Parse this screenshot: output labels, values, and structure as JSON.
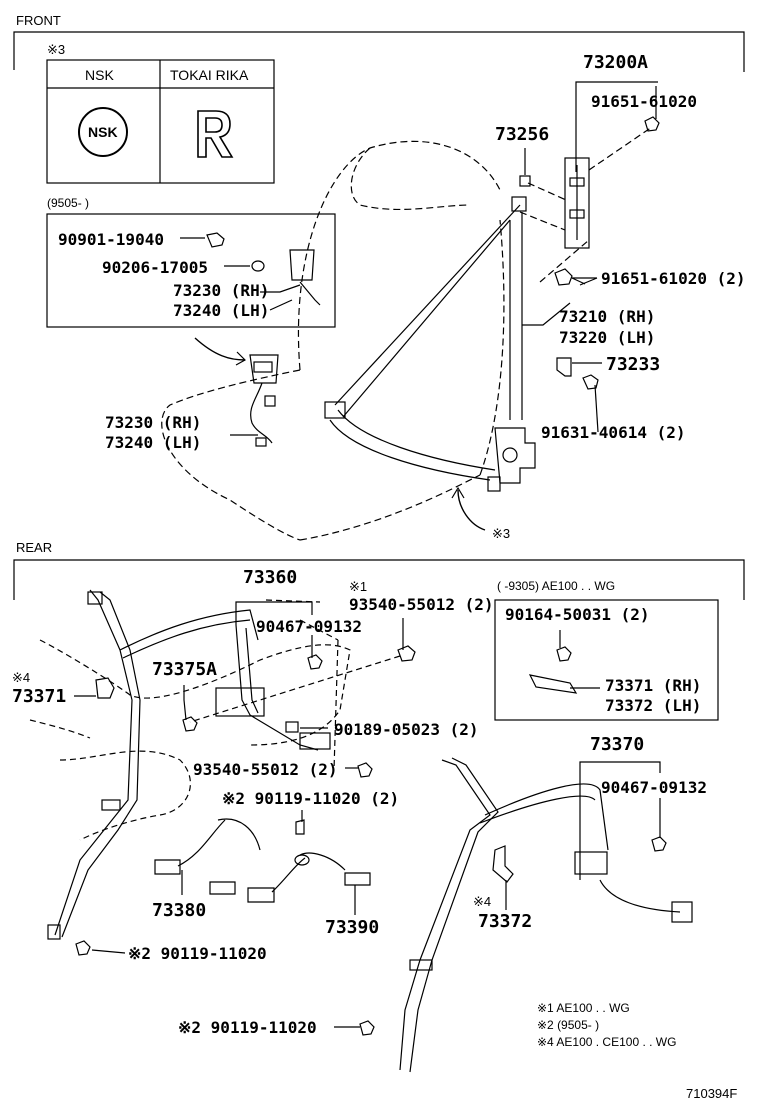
{
  "sections": {
    "front": "FRONT",
    "rear": "REAR"
  },
  "marker": "※3",
  "table": {
    "col1": "NSK",
    "col2": "TOKAI RIKA",
    "nsk_logo": "NSK",
    "tokai_logo": "R"
  },
  "inset_front": {
    "range": "(9505-      )"
  },
  "inset_rear": {
    "range": "(      -9305) AE100 . . WG"
  },
  "front_parts": {
    "p73200A": "73200A",
    "p91651a": "91651-61020",
    "p73256": "73256",
    "p91651b": "91651-61020 (2)",
    "p73210": "73210 (RH)",
    "p73220": "73220 (LH)",
    "p73233": "73233",
    "p91631": "91631-40614 (2)",
    "p90901": "90901-19040",
    "p90206": "90206-17005",
    "p73230a": "73230 (RH)",
    "p73240a": "73240 (LH)",
    "p73230b": "73230 (RH)",
    "p73240b": "73240 (LH)",
    "ref3": "※3"
  },
  "rear_parts": {
    "p73360": "73360",
    "m1": "※1",
    "p93540a": "93540-55012 (2)",
    "p90467a": "90467-09132",
    "p73375A": "73375A",
    "m4a": "※4",
    "p73371a": "73371",
    "p90189": "90189-05023 (2)",
    "p93540b": "93540-55012 (2)",
    "p90119a": "※2  90119-11020 (2)",
    "p73380": "73380",
    "p73390": "73390",
    "p90119b": "※2  90119-11020",
    "p90164": "90164-50031 (2)",
    "p73371b": "73371 (RH)",
    "p73372b": "73372 (LH)",
    "p73370": "73370",
    "p90467b": "90467-09132",
    "m4b": "※4",
    "p73372": "73372",
    "p90119c": "※2  90119-11020"
  },
  "notes": {
    "n1": "※1  AE100 . . WG",
    "n2": "※2  (9505-        )",
    "n4": "※4  AE100 . CE100 . . WG"
  },
  "footer": "710394F"
}
